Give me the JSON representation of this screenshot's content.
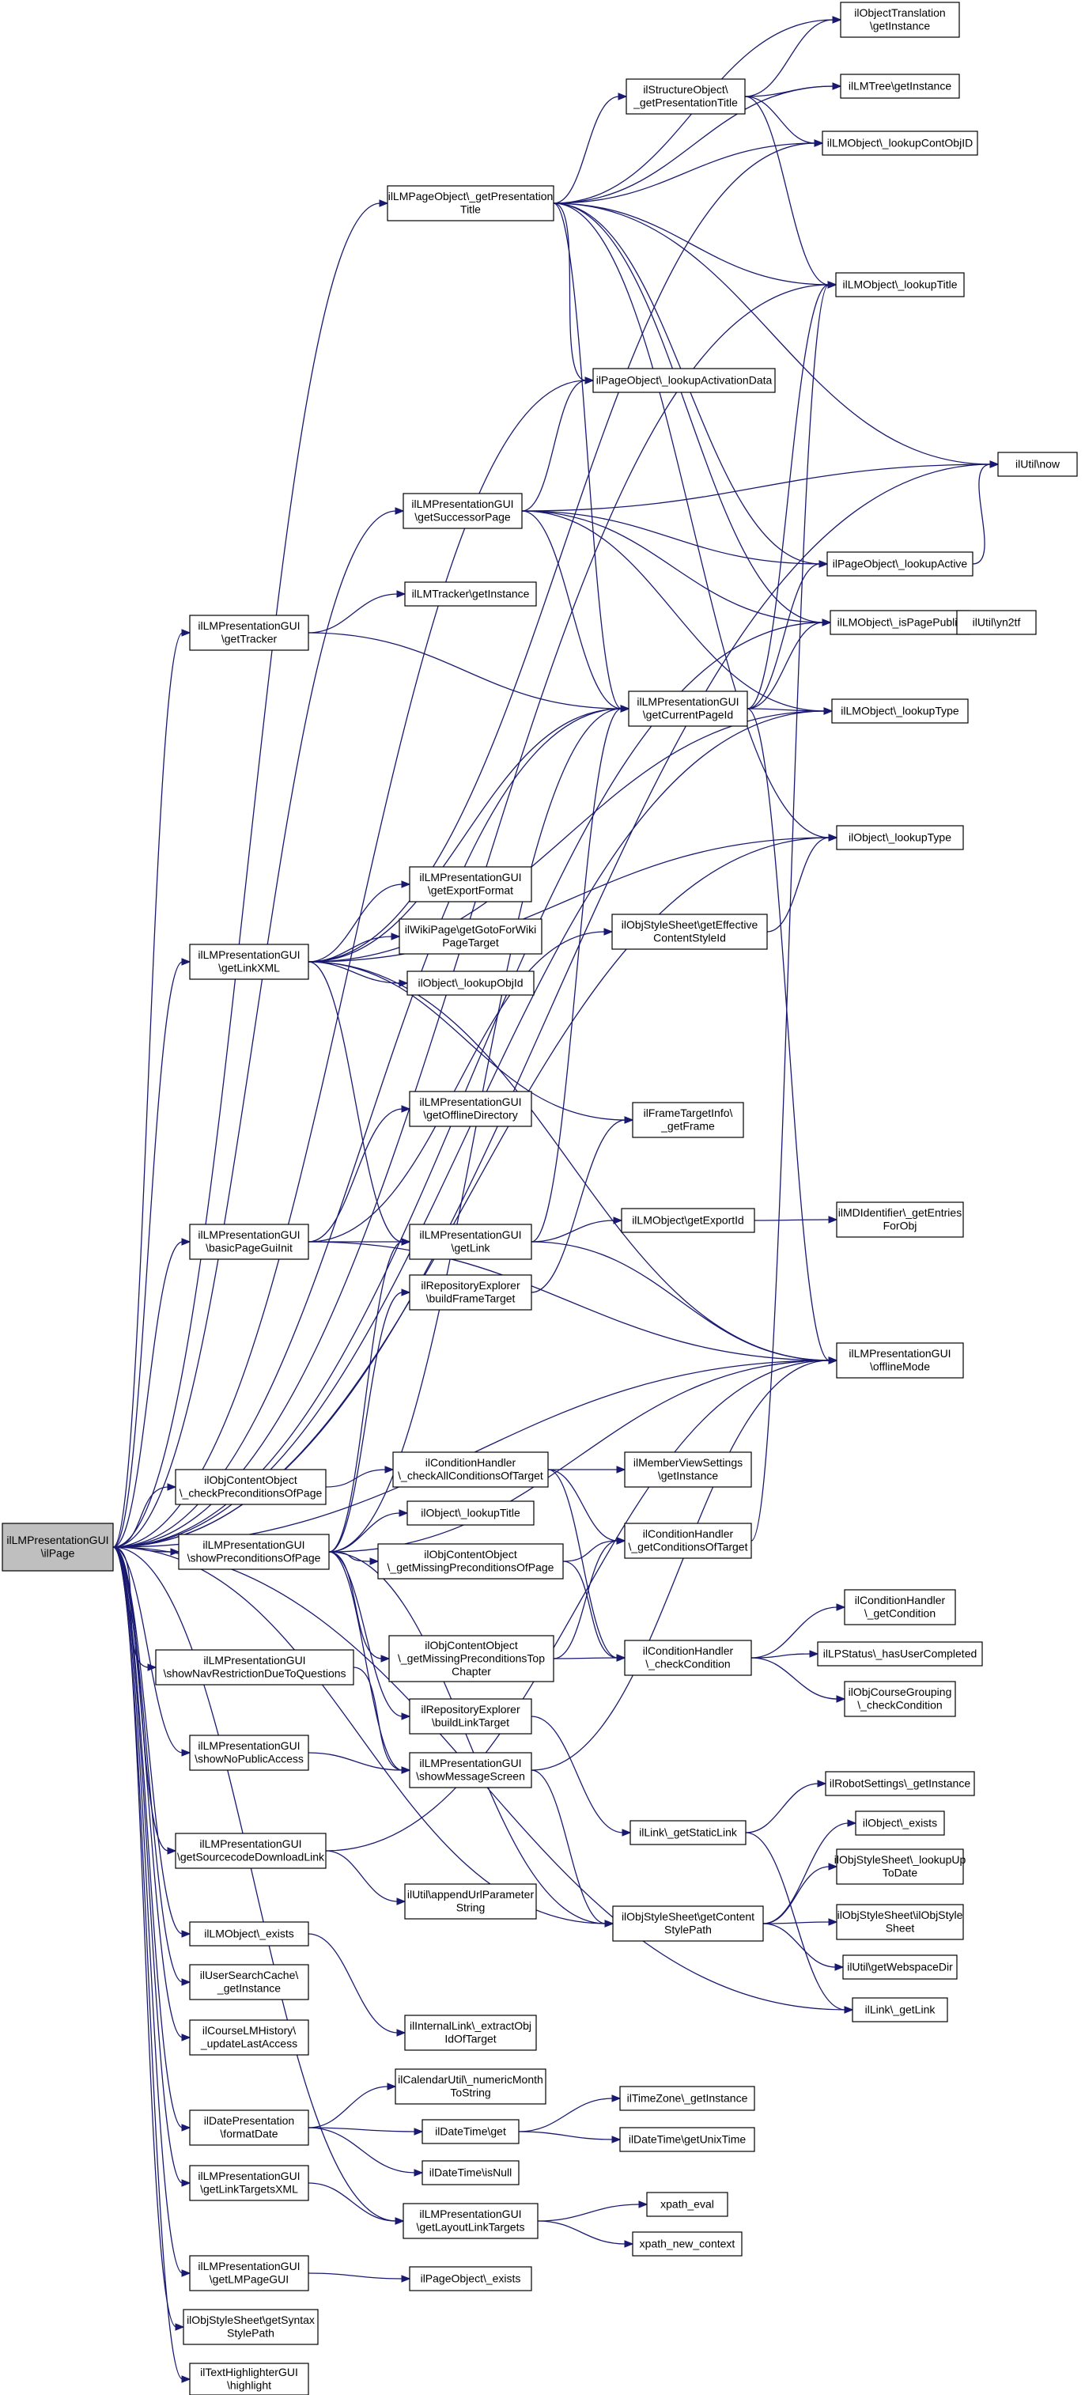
{
  "colors": {
    "edge": "#191970",
    "node_border": "#000000",
    "root_fill": "#bfbfbf",
    "node_fill": "#ffffff"
  },
  "nodes": [
    {
      "id": "root",
      "lines": [
        "ilLMPresentationGUI",
        "\\ilPage"
      ]
    },
    {
      "id": "getPresTitle",
      "lines": [
        "ilLMPageObject\\_getPresentation",
        "Title"
      ]
    },
    {
      "id": "lookupActData",
      "lines": [
        "ilPageObject\\_lookupActivationData"
      ]
    },
    {
      "id": "now",
      "lines": [
        "ilUtil\\now"
      ]
    },
    {
      "id": "getSuccPage",
      "lines": [
        "ilLMPresentationGUI",
        "\\getSuccessorPage"
      ]
    },
    {
      "id": "getTracker",
      "lines": [
        "ilLMPresentationGUI",
        "\\getTracker"
      ]
    },
    {
      "id": "getLinkXML",
      "lines": [
        "ilLMPresentationGUI",
        "\\getLinkXML"
      ]
    },
    {
      "id": "basicInit",
      "lines": [
        "ilLMPresentationGUI",
        "\\basicPageGuiInit"
      ]
    },
    {
      "id": "checkPre",
      "lines": [
        "ilObjContentObject",
        "\\_checkPreconditionsOfPage"
      ]
    },
    {
      "id": "showPre",
      "lines": [
        "ilLMPresentationGUI",
        "\\showPreconditionsOfPage"
      ]
    },
    {
      "id": "showNavRestr",
      "lines": [
        "ilLMPresentationGUI",
        "\\showNavRestrictionDueToQuestions"
      ]
    },
    {
      "id": "showNoPub",
      "lines": [
        "ilLMPresentationGUI",
        "\\showNoPublicAccess"
      ]
    },
    {
      "id": "getSrcDl",
      "lines": [
        "ilLMPresentationGUI",
        "\\getSourcecodeDownloadLink"
      ]
    },
    {
      "id": "lmExists",
      "lines": [
        "ilLMObject\\_exists"
      ]
    },
    {
      "id": "userSearch",
      "lines": [
        "ilUserSearchCache\\",
        "_getInstance"
      ]
    },
    {
      "id": "courseHist",
      "lines": [
        "ilCourseLMHistory\\",
        "_updateLastAccess"
      ]
    },
    {
      "id": "formatDate",
      "lines": [
        "ilDatePresentation",
        "\\formatDate"
      ]
    },
    {
      "id": "getLinkTargetsXML",
      "lines": [
        "ilLMPresentationGUI",
        "\\getLinkTargetsXML"
      ]
    },
    {
      "id": "getLMPageGUI",
      "lines": [
        "ilLMPresentationGUI",
        "\\getLMPageGUI"
      ]
    },
    {
      "id": "syntaxStyle",
      "lines": [
        "ilObjStyleSheet\\getSyntax",
        "StylePath"
      ]
    },
    {
      "id": "textHighlight",
      "lines": [
        "ilTextHighlighterGUI",
        "\\highlight"
      ]
    },
    {
      "id": "structGetTitle",
      "lines": [
        "ilStructureObject\\",
        "_getPresentationTitle"
      ]
    },
    {
      "id": "objTrans",
      "lines": [
        "ilObjectTranslation",
        "\\getInstance"
      ]
    },
    {
      "id": "lmTree",
      "lines": [
        "ilLMTree\\getInstance"
      ]
    },
    {
      "id": "lookupContObj",
      "lines": [
        "ilLMObject\\_lookupContObjID"
      ]
    },
    {
      "id": "lookupTitle",
      "lines": [
        "ilLMObject\\_lookupTitle"
      ]
    },
    {
      "id": "pageLookupActive",
      "lines": [
        "ilPageObject\\_lookupActive"
      ]
    },
    {
      "id": "isPagePublic",
      "lines": [
        "ilLMObject\\_isPagePublic"
      ]
    },
    {
      "id": "yn2tf",
      "lines": [
        "ilUtil\\yn2tf"
      ]
    },
    {
      "id": "lmLookupType",
      "lines": [
        "ilLMObject\\_lookupType"
      ]
    },
    {
      "id": "objLookupType",
      "lines": [
        "ilObject\\_lookupType"
      ]
    },
    {
      "id": "lmTrackerInst",
      "lines": [
        "ilLMTracker\\getInstance"
      ]
    },
    {
      "id": "getCurPageId",
      "lines": [
        "ilLMPresentationGUI",
        "\\getCurrentPageId"
      ]
    },
    {
      "id": "getExportFormat",
      "lines": [
        "ilLMPresentationGUI",
        "\\getExportFormat"
      ]
    },
    {
      "id": "wikiGoto",
      "lines": [
        "ilWikiPage\\getGotoForWiki",
        "PageTarget"
      ]
    },
    {
      "id": "lookupObjId",
      "lines": [
        "ilObject\\_lookupObjId"
      ]
    },
    {
      "id": "effStyle",
      "lines": [
        "ilObjStyleSheet\\getEffective",
        "ContentStyleId"
      ]
    },
    {
      "id": "getOfflineDir",
      "lines": [
        "ilLMPresentationGUI",
        "\\getOfflineDirectory"
      ]
    },
    {
      "id": "frameTarget",
      "lines": [
        "ilFrameTargetInfo\\",
        "_getFrame"
      ]
    },
    {
      "id": "getLink",
      "lines": [
        "ilLMPresentationGUI",
        "\\getLink"
      ]
    },
    {
      "id": "getExportId",
      "lines": [
        "ilLMObject\\getExportId"
      ]
    },
    {
      "id": "mdIdent",
      "lines": [
        "ilMDIdentifier\\_getEntries",
        "ForObj"
      ]
    },
    {
      "id": "repoFrame",
      "lines": [
        "ilRepositoryExplorer",
        "\\buildFrameTarget"
      ]
    },
    {
      "id": "offlineMode",
      "lines": [
        "ilLMPresentationGUI",
        "\\offlineMode"
      ]
    },
    {
      "id": "checkAllCond",
      "lines": [
        "ilConditionHandler",
        "\\_checkAllConditionsOfTarget"
      ]
    },
    {
      "id": "memberView",
      "lines": [
        "ilMemberViewSettings",
        "\\getInstance"
      ]
    },
    {
      "id": "lookupTitleObj",
      "lines": [
        "ilObject\\_lookupTitle"
      ]
    },
    {
      "id": "getMissingPre",
      "lines": [
        "ilObjContentObject",
        "\\_getMissingPreconditionsOfPage"
      ]
    },
    {
      "id": "getCondOfTarget",
      "lines": [
        "ilConditionHandler",
        "\\_getConditionsOfTarget"
      ]
    },
    {
      "id": "getMissingTop",
      "lines": [
        "ilObjContentObject",
        "\\_getMissingPreconditionsTop",
        "Chapter"
      ]
    },
    {
      "id": "checkCond",
      "lines": [
        "ilConditionHandler",
        "\\_checkCondition"
      ]
    },
    {
      "id": "getCond",
      "lines": [
        "ilConditionHandler",
        "\\_getCondition"
      ]
    },
    {
      "id": "hasUserCompleted",
      "lines": [
        "ilLPStatus\\_hasUserCompleted"
      ]
    },
    {
      "id": "courseGrouping",
      "lines": [
        "ilObjCourseGrouping",
        "\\_checkCondition"
      ]
    },
    {
      "id": "repoLinkTarget",
      "lines": [
        "ilRepositoryExplorer",
        "\\buildLinkTarget"
      ]
    },
    {
      "id": "showMsg",
      "lines": [
        "ilLMPresentationGUI",
        "\\showMessageScreen"
      ]
    },
    {
      "id": "robotSettings",
      "lines": [
        "ilRobotSettings\\_getInstance"
      ]
    },
    {
      "id": "getStaticLink",
      "lines": [
        "ilLink\\_getStaticLink"
      ]
    },
    {
      "id": "objExists",
      "lines": [
        "ilObject\\_exists"
      ]
    },
    {
      "id": "appendUrl",
      "lines": [
        "ilUtil\\appendUrlParameter",
        "String"
      ]
    },
    {
      "id": "contentStylePath",
      "lines": [
        "ilObjStyleSheet\\getContent",
        "StylePath"
      ]
    },
    {
      "id": "lookupUpToDate",
      "lines": [
        "ilObjStyleSheet\\_lookupUp",
        "ToDate"
      ]
    },
    {
      "id": "ilStyleSheet",
      "lines": [
        "ilObjStyleSheet\\ilObjStyle",
        "Sheet"
      ]
    },
    {
      "id": "webspace",
      "lines": [
        "ilUtil\\getWebspaceDir"
      ]
    },
    {
      "id": "linkGetLink",
      "lines": [
        "ilLink\\_getLink"
      ]
    },
    {
      "id": "internalLink",
      "lines": [
        "ilInternalLink\\_extractObj",
        "IdOfTarget"
      ]
    },
    {
      "id": "calUtil",
      "lines": [
        "ilCalendarUtil\\_numericMonth",
        "ToString"
      ]
    },
    {
      "id": "dtGet",
      "lines": [
        "ilDateTime\\get"
      ]
    },
    {
      "id": "dtIsNull",
      "lines": [
        "ilDateTime\\isNull"
      ]
    },
    {
      "id": "tzInst",
      "lines": [
        "ilTimeZone\\_getInstance"
      ]
    },
    {
      "id": "unixTime",
      "lines": [
        "ilDateTime\\getUnixTime"
      ]
    },
    {
      "id": "layoutLink",
      "lines": [
        "ilLMPresentationGUI",
        "\\getLayoutLinkTargets"
      ]
    },
    {
      "id": "xpathEval",
      "lines": [
        "xpath_eval"
      ]
    },
    {
      "id": "xpathNew",
      "lines": [
        "xpath_new_context"
      ]
    },
    {
      "id": "pageExists",
      "lines": [
        "ilPageObject\\_exists"
      ]
    }
  ]
}
